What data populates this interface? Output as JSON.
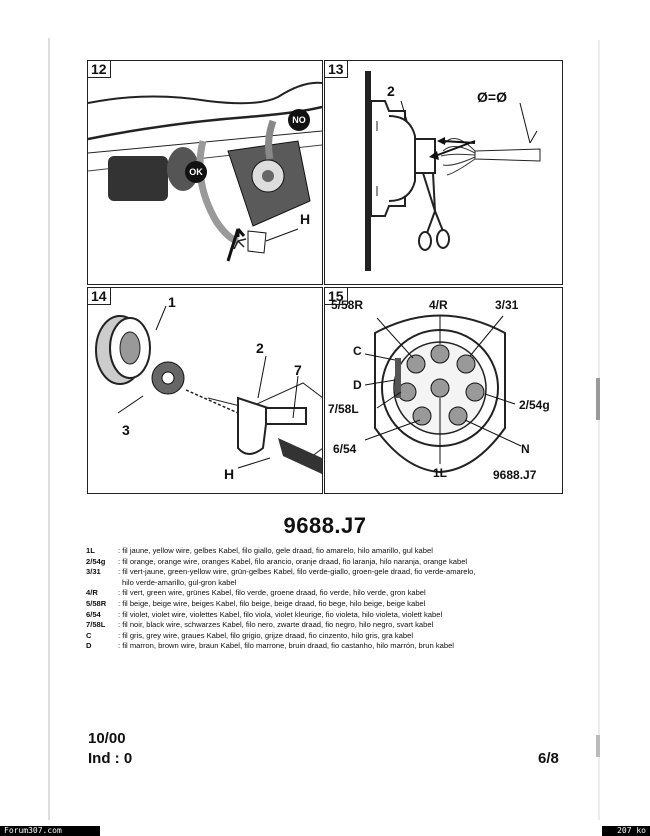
{
  "panels": {
    "p12": {
      "number": "12",
      "label_h": "H",
      "badge_ok": "OK",
      "badge_no": "NO"
    },
    "p13": {
      "number": "13",
      "label_2": "2",
      "label_ratio": "Ø=Ø"
    },
    "p14": {
      "number": "14",
      "label_1": "1",
      "label_2": "2",
      "label_3": "3",
      "label_7": "7",
      "label_h": "H"
    },
    "p15": {
      "number": "15",
      "pins": {
        "p558r": "5/58R",
        "p4r": "4/R",
        "p331": "3/31",
        "pc": "C",
        "pd": "D",
        "p758l": "7/58L",
        "p254g": "2/54g",
        "p654": "6/54",
        "pn": "N",
        "p1l": "1L"
      },
      "ref": "9688.J7"
    }
  },
  "title": "9688.J7",
  "legend": [
    {
      "code": "1L",
      "text": ": fil jaune, yellow wire, gelbes Kabel, filo giallo, gele draad, fio amarelo, hilo amarillo, gul kabel"
    },
    {
      "code": "2/54g",
      "text": ": fil orange, orange wire, oranges Kabel, filo arancio, oranje draad, fio laranja, hilo naranja, orange kabel"
    },
    {
      "code": "3/31",
      "text": ": fil vert-jaune, green-yellow wire, grün-gelbes Kabel, filo verde-giallo, groen-gele draad, fio verde-amarelo,"
    },
    {
      "code": "",
      "text": "hilo verde-amarillo, gul-gron kabel"
    },
    {
      "code": "4/R",
      "text": ": fil vert, green wire, grünes Kabel, filo verde, groene draad, fio verde, hilo verde, gron kabel"
    },
    {
      "code": "5/58R",
      "text": ": fil beige, beige wire, beiges Kabel, filo beige, beige draad, fio bege, hilo beige, beige kabel"
    },
    {
      "code": "6/54",
      "text": ": fil violet, violet wire, violettes Kabel, filo viola, violet kleurige, fio violeta, hilo violeta, violett kabel"
    },
    {
      "code": "7/58L",
      "text": ": fil noir, black wire, schwarzes Kabel, filo nero, zwarte draad, fio negro, hilo negro, svart kabel"
    },
    {
      "code": "C",
      "text": ": fil gris, grey wire, graues Kabel, filo grigio, grijze draad, fio cinzento, hilo gris, gra kabel"
    },
    {
      "code": "D",
      "text": ": fil marron, brown wire, braun Kabel, filo marrone, bruin draad, fio castanho, hilo marrón, brun kabel"
    }
  ],
  "footer": {
    "date": "10/00",
    "index": "Ind : 0",
    "page": "6/8"
  },
  "bottom_bar": {
    "left": "Forum307.com",
    "right": "207 ko"
  }
}
